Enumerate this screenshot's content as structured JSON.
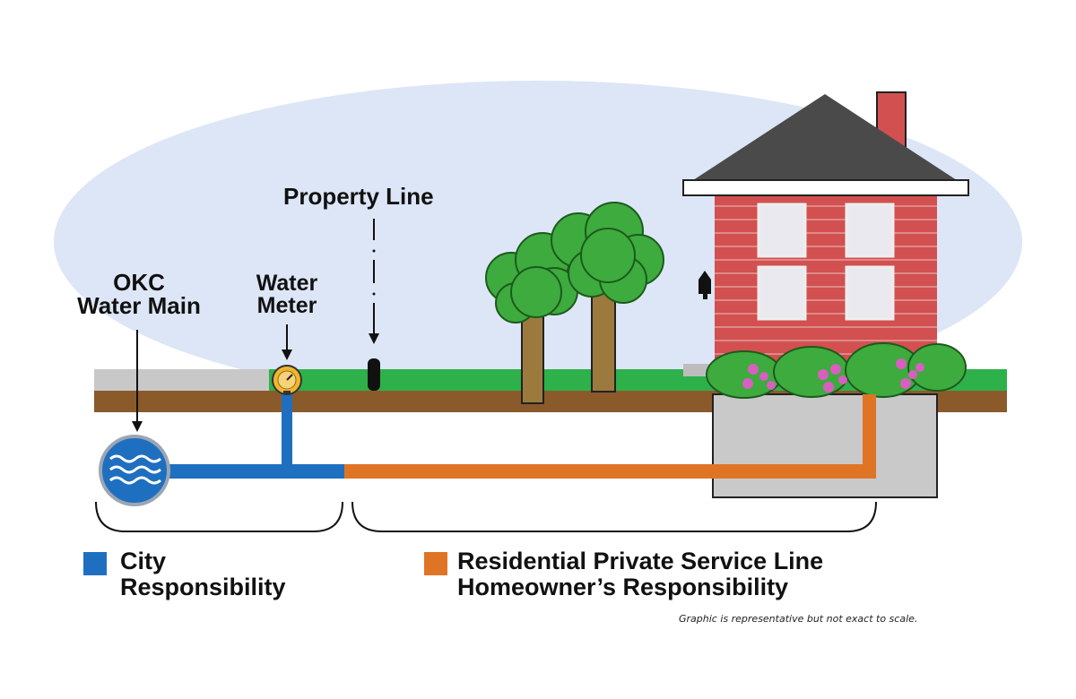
{
  "labels": {
    "water_main_line1": "OKC",
    "water_main_line2": "Water Main",
    "water_meter_line1": "Water",
    "water_meter_line2": "Meter",
    "property_line": "Property Line"
  },
  "legend": {
    "city": {
      "line1": "City",
      "line2": "Responsibility",
      "color": "#1f6fc0"
    },
    "homeowner": {
      "line1": "Residential Private Service Line",
      "line2": "Homeowner’s Responsibility",
      "color": "#e07425"
    }
  },
  "note": "Graphic is representative but not exact to scale.",
  "colors": {
    "sky": "#dde6f6",
    "grass": "#2eb14a",
    "soil": "#8b5a2b",
    "sidewalk": "#c8c8c8",
    "brick": "#d25050",
    "roof": "#4a4a4a",
    "foundation": "#c9c9c9",
    "tree_foliage": "#3dab3d",
    "trunk": "#9c7a3e",
    "flowers": "#d85fc0"
  }
}
